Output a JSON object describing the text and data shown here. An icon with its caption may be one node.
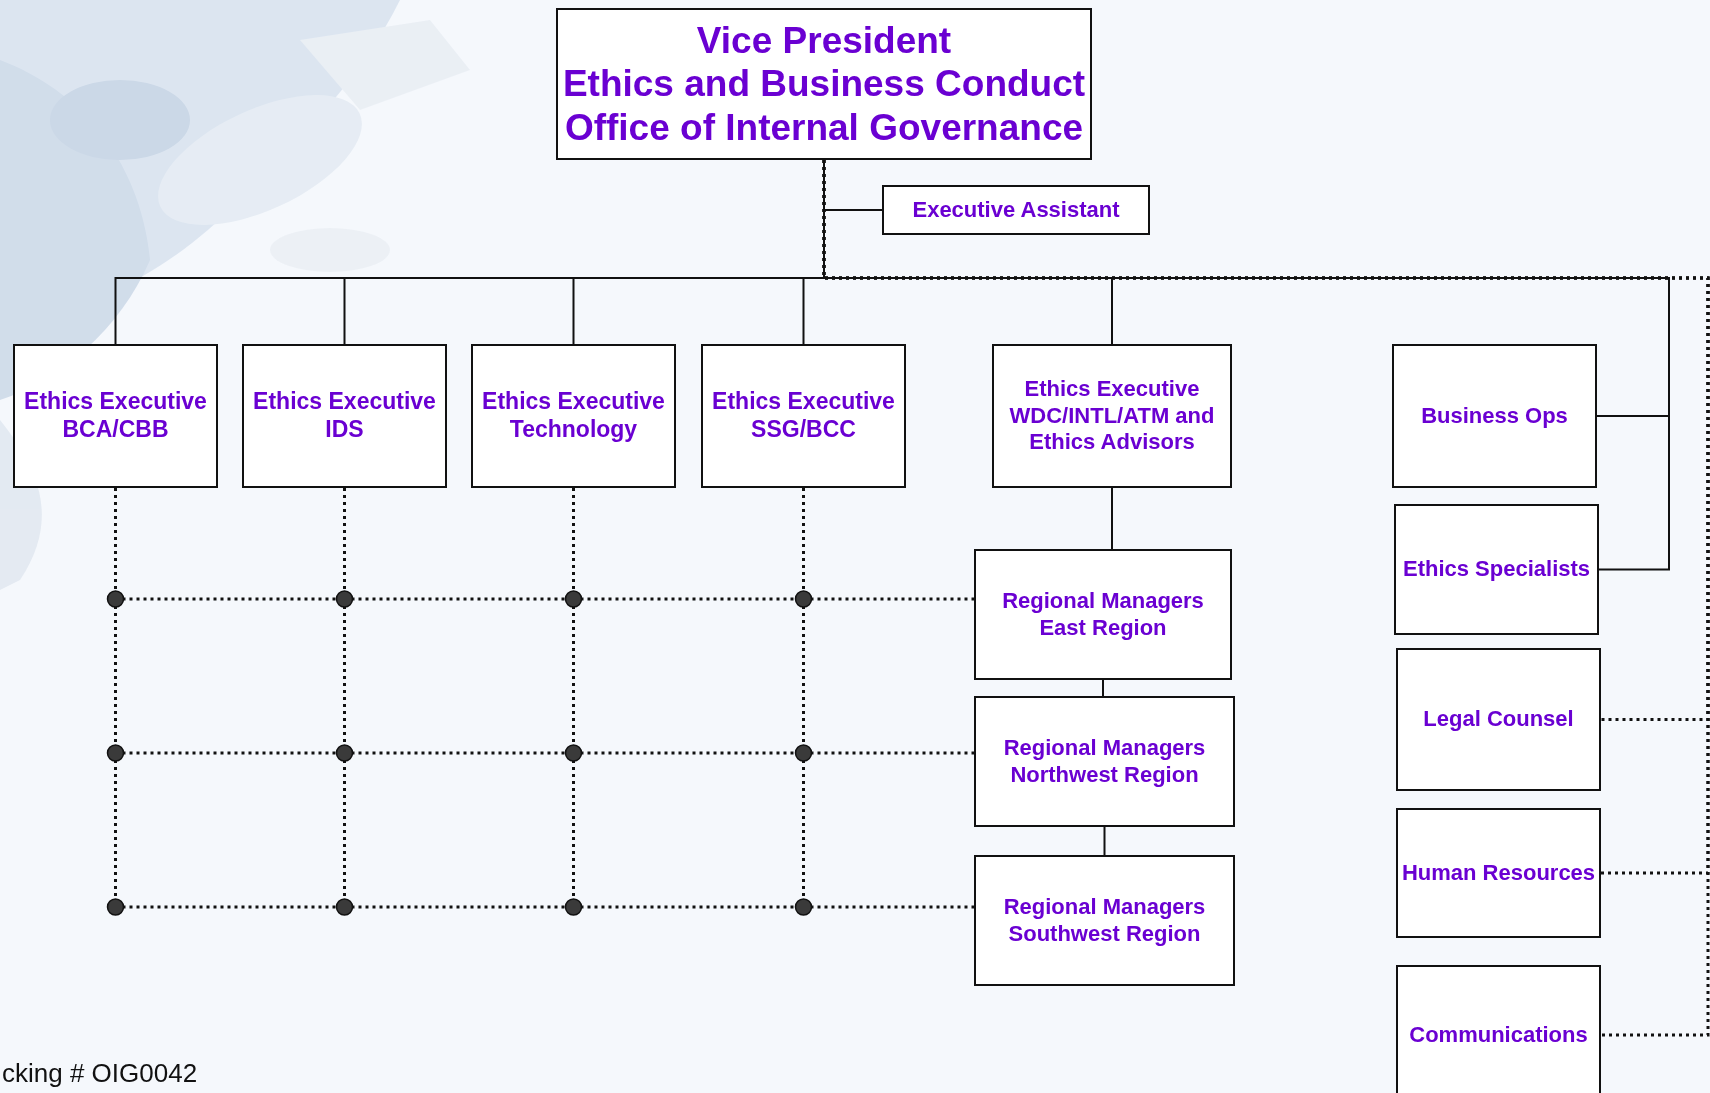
{
  "diagram": {
    "nodes": [
      {
        "text": [
          "Vice President",
          "Ethics and Business Conduct",
          "Office of Internal Governance"
        ]
      },
      {
        "text": [
          "Executive Assistant"
        ]
      },
      {
        "text": [
          "Ethics Executive BCA/CBB"
        ]
      },
      {
        "text": [
          "Ethics Executive IDS"
        ]
      },
      {
        "text": [
          "Ethics Executive Technology"
        ]
      },
      {
        "text": [
          "Ethics Executive SSG/BCC"
        ]
      },
      {
        "text": [
          "Ethics Executive WDC/INTL/ATM and Ethics Advisors"
        ]
      },
      {
        "text": [
          "Business Ops"
        ]
      },
      {
        "text": [
          "Ethics Specialists"
        ]
      },
      {
        "text": [
          "Regional Managers East Region"
        ]
      },
      {
        "text": [
          "Regional Managers Northwest Region"
        ]
      },
      {
        "text": [
          "Regional Managers Southwest Region"
        ]
      },
      {
        "text": [
          "Legal Counsel"
        ]
      },
      {
        "text": [
          "Human Resources"
        ]
      },
      {
        "text": [
          "Communications"
        ]
      }
    ],
    "edges": [
      {
        "from": 0,
        "to": 1,
        "arrow": "none"
      },
      {
        "from": 0,
        "to": 2,
        "arrow": "none"
      },
      {
        "from": 0,
        "to": 3,
        "arrow": "none"
      },
      {
        "from": 0,
        "to": 4,
        "arrow": "none"
      },
      {
        "from": 0,
        "to": 5,
        "arrow": "none"
      },
      {
        "from": 0,
        "to": 6,
        "arrow": "none"
      },
      {
        "from": 0,
        "to": 7,
        "arrow": "none"
      },
      {
        "from": 0,
        "to": 8,
        "arrow": "none"
      },
      {
        "from": 0,
        "to": 12,
        "arrow": "none",
        "style": "dashed"
      },
      {
        "from": 0,
        "to": 13,
        "arrow": "none",
        "style": "dashed"
      },
      {
        "from": 0,
        "to": 14,
        "arrow": "none",
        "style": "dashed"
      },
      {
        "from": 6,
        "to": 9,
        "arrow": "none"
      },
      {
        "from": 9,
        "to": 10,
        "arrow": "none"
      },
      {
        "from": 10,
        "to": 11,
        "arrow": "none"
      },
      {
        "from": 2,
        "to": 9,
        "arrow": "none",
        "style": "dashed"
      },
      {
        "from": 2,
        "to": 10,
        "arrow": "none",
        "style": "dashed"
      },
      {
        "from": 2,
        "to": 11,
        "arrow": "none",
        "style": "dashed"
      },
      {
        "from": 3,
        "to": 9,
        "arrow": "none",
        "style": "dashed"
      },
      {
        "from": 3,
        "to": 10,
        "arrow": "none",
        "style": "dashed"
      },
      {
        "from": 3,
        "to": 11,
        "arrow": "none",
        "style": "dashed"
      },
      {
        "from": 4,
        "to": 9,
        "arrow": "none",
        "style": "dashed"
      },
      {
        "from": 4,
        "to": 10,
        "arrow": "none",
        "style": "dashed"
      },
      {
        "from": 4,
        "to": 11,
        "arrow": "none",
        "style": "dashed"
      },
      {
        "from": 5,
        "to": 9,
        "arrow": "none",
        "style": "dashed"
      },
      {
        "from": 5,
        "to": 10,
        "arrow": "none",
        "style": "dashed"
      },
      {
        "from": 5,
        "to": 11,
        "arrow": "none",
        "style": "dashed"
      }
    ],
    "labels": [
      "cking # OIG0042"
    ]
  }
}
